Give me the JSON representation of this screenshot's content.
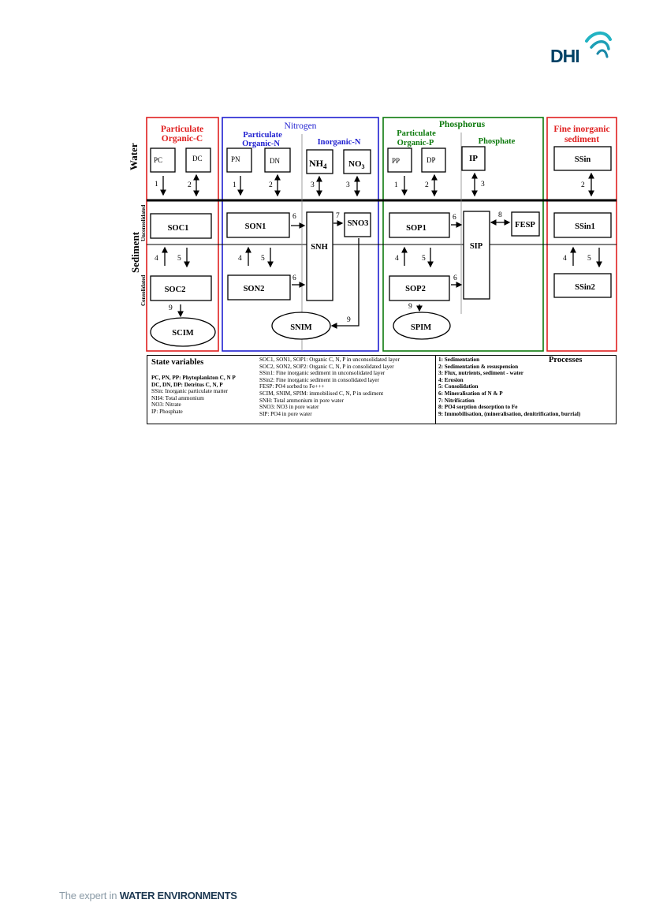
{
  "header": {
    "logo_text": "DHI",
    "brand_colors": {
      "navy": "#004165",
      "teal": "#22b3c3"
    }
  },
  "diagram": {
    "row_labels": {
      "water": "Water",
      "sediment": "Sediment",
      "unconsolidated": "Unconsolidated",
      "consolidated": "Consolidated"
    },
    "groups": {
      "carbon": {
        "title_line1": "Particulate",
        "title_line2": "Organic-C",
        "color": "#e02020"
      },
      "nitrogen": {
        "title": "Nitrogen",
        "sub1_line1": "Particulate",
        "sub1_line2": "Organic-N",
        "sub2": "Inorganic-N",
        "color": "#1f1fd0"
      },
      "phosphorus": {
        "title": "Phosphorus",
        "sub1_line1": "Particulate",
        "sub1_line2": "Organic-P",
        "sub2": "Phosphate",
        "color": "#0d7a0d"
      },
      "sediment": {
        "title_line1": "Fine inorganic",
        "title_line2": "sediment",
        "color": "#e02020"
      }
    },
    "boxes": {
      "PC": "PC",
      "DC": "DC",
      "PN": "PN",
      "DN": "DN",
      "NH": "NH",
      "NH_sub": "4",
      "NO": "NO",
      "NO_sub": "3",
      "PP": "PP",
      "DP": "DP",
      "IP": "IP",
      "SSin": "SSin",
      "SOC1": "SOC1",
      "SOC2": "SOC2",
      "SON1": "SON1",
      "SON2": "SON2",
      "SNH": "SNH",
      "SNO3": "SNO3",
      "SOP1": "SOP1",
      "SOP2": "SOP2",
      "SIP": "SIP",
      "FESP": "FESP",
      "SSin1": "SSin1",
      "SSin2": "SSin2",
      "SCIM": "SCIM",
      "SNIM": "SNIM",
      "SPIM": "SPIM"
    },
    "process_numbers": {
      "n1": "1",
      "n2": "2",
      "n3": "3",
      "n4": "4",
      "n5": "5",
      "n6": "6",
      "n7": "7",
      "n8": "8",
      "n9": "9"
    }
  },
  "legend": {
    "state_variables_title": "State variables",
    "state_left": [
      "PC, PN, PP: Phytoplankton C, N P",
      "DC, DN, DP: Detritus C, N, P",
      "SSin: Inorganic particulate matter",
      "NH4: Total ammonium",
      "NO3: Nitrate",
      "IP: Phosphate"
    ],
    "state_middle": [
      "SOC1, SON1, SOP1: Organic C, N, P in unconsolidated layer",
      "SOC2, SON2, SOP2: Organic C, N, P in consolidated layer",
      "SSin1: Fine inorganic sediment in unconsolidated layer",
      "SSin2: Fine inorganic sediment in consolidated layer",
      "FESP: PO4 sorbed to Fe+++",
      "SCIM, SNIM, SPIM: immobilised C, N, P in sediment",
      "SNH: Total ammonium in pore water",
      "SNO3: NO3 in pore water",
      "SIP: PO4 in pore water"
    ],
    "processes_title": "Processes",
    "processes": [
      "1: Sedimentation",
      "2: Sedimentation & resuspension",
      "3: Flux, nutrients, sediment - water",
      "4: Erosion",
      "5: Consolidation",
      "6: Mineralisation of N & P",
      "7: Nitrification",
      "8: PO4 sorption desorption to Fe",
      "9: Immobilisation, (mineralisation, denitrification, burrial)"
    ]
  },
  "footer": {
    "prefix": "The expert in ",
    "emphasis": "WATER ENVIRONMENTS"
  }
}
